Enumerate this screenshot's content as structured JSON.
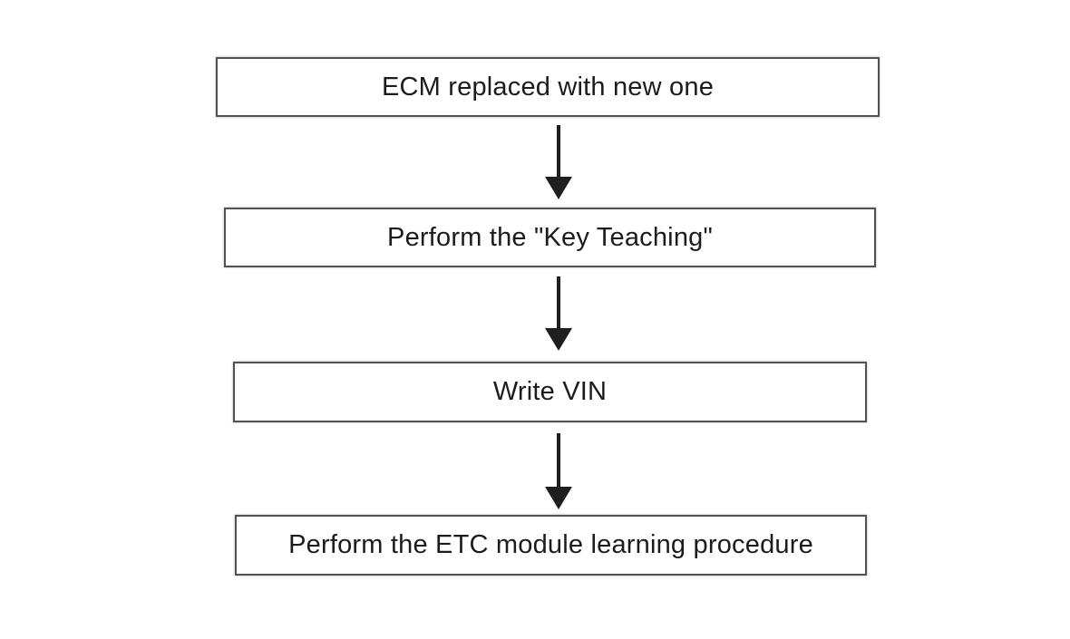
{
  "flowchart": {
    "description": "Vertical procedure flowchart with four sequential steps connected by downward arrows",
    "steps": [
      {
        "label": "ECM replaced with new one"
      },
      {
        "label": "Perform the \"Key Teaching\""
      },
      {
        "label": "Write VIN"
      },
      {
        "label": "Perform the ETC module learning procedure"
      }
    ],
    "connector": "down-arrow",
    "colors": {
      "background": "#ffffff",
      "box_fill": "#ffffff",
      "box_border": "#525254",
      "arrow": "#1f1f1f",
      "text": "#1c1c1c"
    }
  }
}
